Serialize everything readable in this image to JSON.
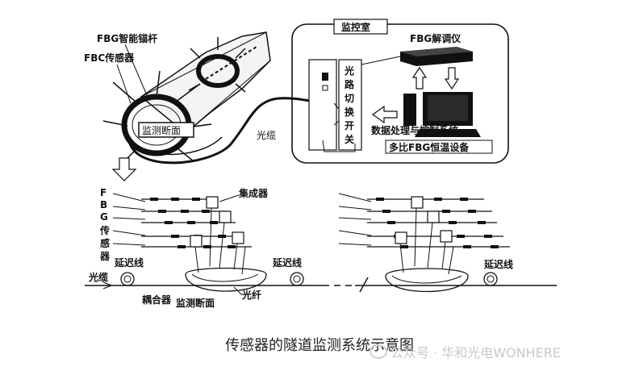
{
  "diagram": {
    "labels": {
      "fbg_anchor": "FBG智能锚杆",
      "fbc_sensor": "FBC传感器",
      "monitor_section_top": "监测断面",
      "cable_top": "光缆",
      "control_room": "监控室",
      "demodulator": "FBG解调仪",
      "switch_chars": [
        "光",
        "路",
        "切",
        "换",
        "开",
        "关"
      ],
      "data_system": "数据处理与控制系统",
      "thermostat": "多比FBG恒温设备",
      "fbg_sensor_chars": [
        "F",
        "B",
        "G",
        "传",
        "感",
        "器"
      ],
      "integrator": "集成器",
      "delay_line_1": "延迟线",
      "delay_line_2": "延迟线",
      "delay_line_3": "延迟线",
      "cable_bottom": "光缆",
      "coupler": "耦合器",
      "monitor_section_bottom": "监测断面",
      "fiber": "光纤"
    }
  },
  "caption": "传感器的隧道监测系统示意图",
  "watermark": "公众号 · 华和光电WONHERE"
}
